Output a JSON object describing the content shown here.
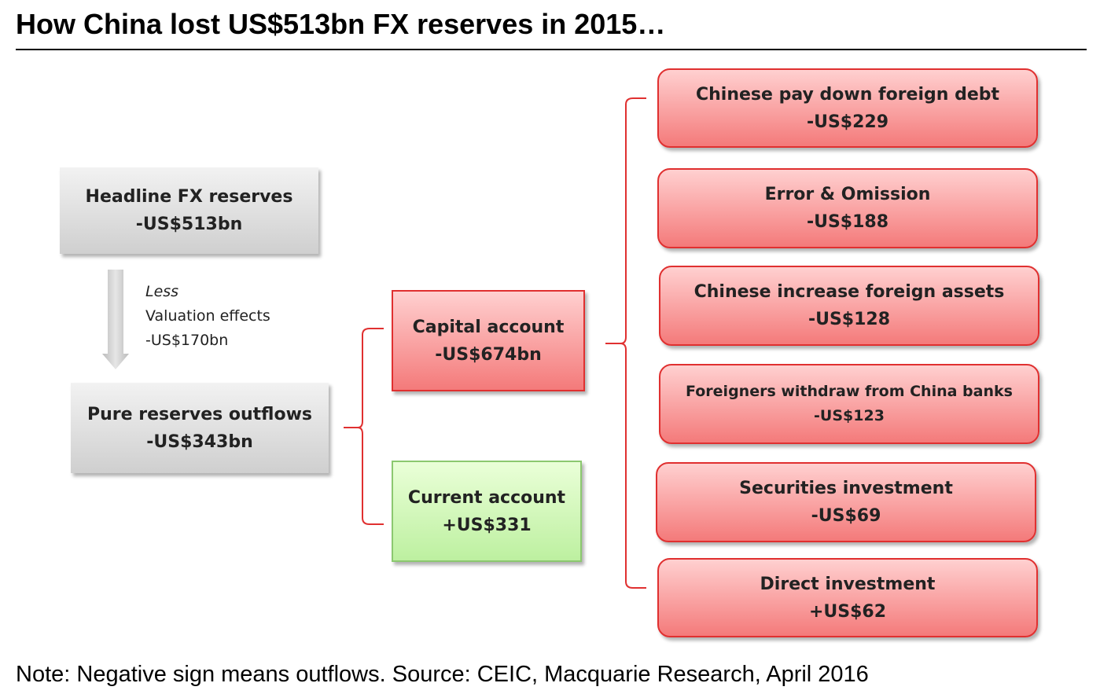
{
  "title": "How China lost US$513bn FX reserves in 2015…",
  "headline": {
    "label": "Headline FX reserves",
    "value": "-US$513bn"
  },
  "less": {
    "label": "Less",
    "item": "Valuation effects",
    "value": "-US$170bn"
  },
  "pure": {
    "label": "Pure reserves outflows",
    "value": "-US$343bn"
  },
  "capital": {
    "label": "Capital account",
    "value": "-US$674bn"
  },
  "current": {
    "label": "Current account",
    "value": "+US$331"
  },
  "components": [
    {
      "label": "Chinese pay down foreign debt",
      "value": "-US$229"
    },
    {
      "label": "Error & Omission",
      "value": "-US$188"
    },
    {
      "label": "Chinese increase foreign assets",
      "value": "-US$128"
    },
    {
      "label": "Foreigners withdraw from China banks",
      "value": "-US$123"
    },
    {
      "label": "Securities investment",
      "value": "-US$69"
    },
    {
      "label": "Direct investment",
      "value": "+US$62"
    }
  ],
  "note": "Note: Negative sign means outflows. Source: CEIC, Macquarie Research, April 2016",
  "colors": {
    "negative": "#f47a7a",
    "positive": "#bdf0a0",
    "neutral": "#d9d9d9",
    "bracket": "#e03030"
  }
}
